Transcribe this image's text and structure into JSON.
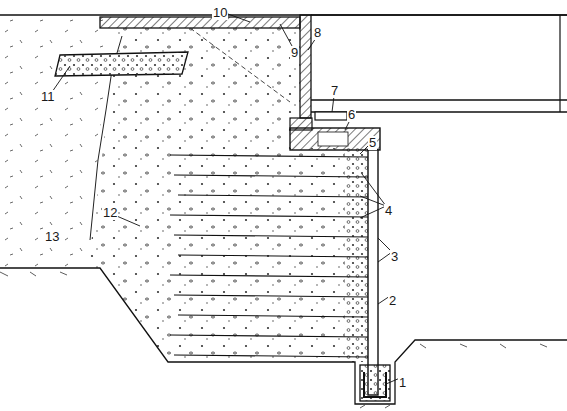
{
  "diagram": {
    "labels": [
      "10",
      "9",
      "8",
      "7",
      "6",
      "5",
      "4",
      "3",
      "2",
      "1",
      "13",
      "12",
      "11"
    ]
  }
}
